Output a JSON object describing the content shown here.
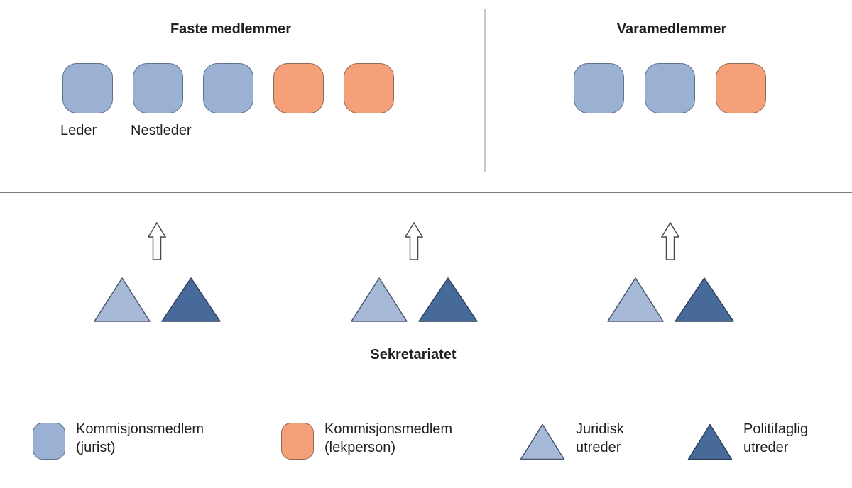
{
  "sections": {
    "faste": {
      "title": "Faste medlemmer"
    },
    "vara": {
      "title": "Varamedlemmer"
    },
    "sekretariat": {
      "title": "Sekretariatet"
    }
  },
  "faste_members": [
    {
      "type": "jurist",
      "label": "Leder"
    },
    {
      "type": "jurist",
      "label": "Nestleder"
    },
    {
      "type": "jurist",
      "label": ""
    },
    {
      "type": "lekperson",
      "label": ""
    },
    {
      "type": "lekperson",
      "label": ""
    }
  ],
  "vara_members": [
    {
      "type": "jurist",
      "label": ""
    },
    {
      "type": "jurist",
      "label": ""
    },
    {
      "type": "lekperson",
      "label": ""
    }
  ],
  "secretariat_groups": [
    {
      "arrow": "up",
      "triangles": [
        "juridisk",
        "politifaglig"
      ]
    },
    {
      "arrow": "up",
      "triangles": [
        "juridisk",
        "politifaglig"
      ]
    },
    {
      "arrow": "up",
      "triangles": [
        "juridisk",
        "politifaglig"
      ]
    }
  ],
  "legend_items": [
    {
      "icon": "jurist",
      "line1": "Kommisjonsmedlem",
      "line2": "(jurist)"
    },
    {
      "icon": "lekperson",
      "line1": "Kommisjonsmedlem",
      "line2": "(lekperson)"
    },
    {
      "icon": "juridisk",
      "line1": "Juridisk",
      "line2": "utreder"
    },
    {
      "icon": "politifaglig",
      "line1": "Politifaglig",
      "line2": "utreder"
    }
  ],
  "colors": {
    "jurist_fill": "#9ab1d3",
    "jurist_border": "#5f7090",
    "lekperson_fill": "#f6a079",
    "lekperson_border": "#8e6a52",
    "juridisk_fill": "#a6bad8",
    "juridisk_border": "#4a5570",
    "politifaglig_fill": "#486a9b",
    "politifaglig_border": "#2e3f5c",
    "arrow_outline": "#4a4a4a",
    "divider_horizontal": "#7b7b7b",
    "divider_vertical": "#c9c9c9",
    "text": "#231f20"
  }
}
